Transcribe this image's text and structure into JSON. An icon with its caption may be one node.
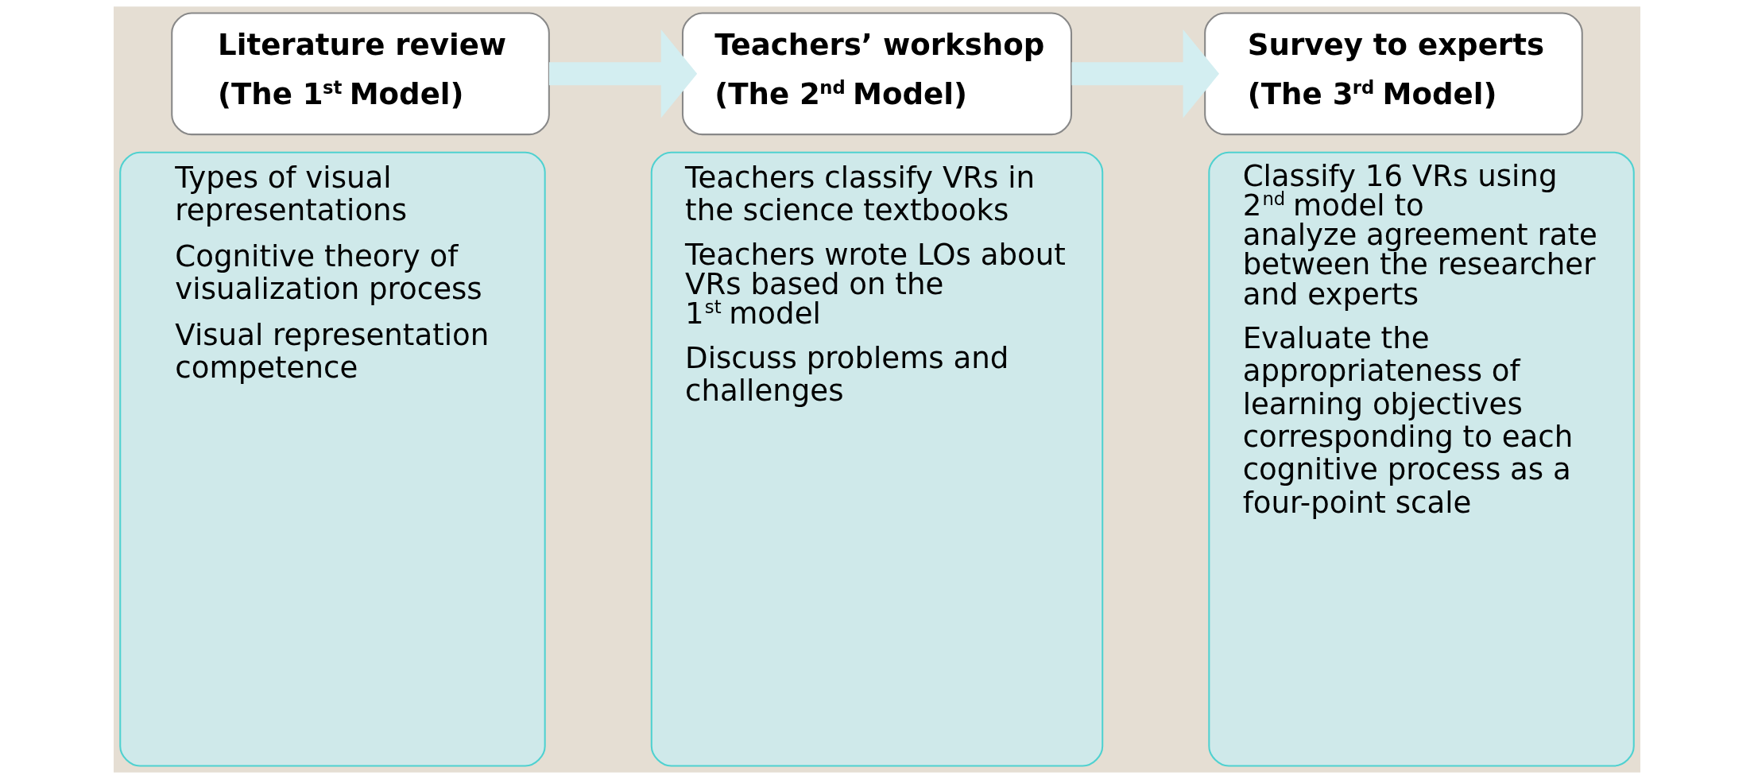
{
  "diagram": {
    "nodes": [
      {
        "text": [
          "Literature review",
          "(The 1$^{st}$ Model)"
        ]
      },
      {
        "text": [
          "Types of visual representations",
          "Cognitive theory of visualization process",
          "Visual representation competence"
        ]
      },
      {
        "text": [
          "Teachers’ workshop",
          "(The 2$^{nd}$ Model)"
        ]
      },
      {
        "text": [
          "Teachers classify VRs in the science textbooks",
          "Teachers wrote LOs about VRs based on the 1$^{st}$ model",
          "Discuss problems and challenges"
        ]
      },
      {
        "text": [
          "Survey to experts",
          "(The 3$^{rd}$ Model)"
        ]
      },
      {
        "text": [
          "Classify 16 VRs using 2$^{nd}$ model to analyze agreement rate between the researcher and experts",
          "Evaluate the appropriateness of learning objectives corresponding to each cognitive process as a four-point scale"
        ]
      }
    ],
    "edges": [
      {
        "from": 0,
        "to": 2,
        "arrow": "to"
      },
      {
        "from": 2,
        "to": 4,
        "arrow": "to"
      }
    ]
  }
}
